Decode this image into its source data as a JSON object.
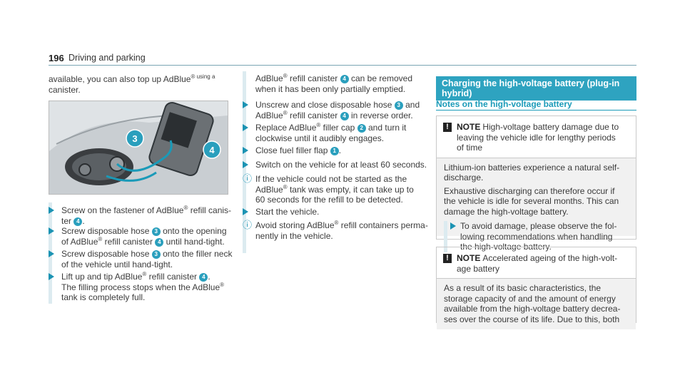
{
  "header": {
    "page_number": "196",
    "title": "Driving and parking"
  },
  "col1": {
    "intro": [
      "available, you can also top up AdBlue",
      "® using a",
      "canister."
    ],
    "steps": [
      [
        "Screw on the fastener of AdBlue",
        "®",
        " refill canis-",
        "ter ",
        "4",
        "."
      ],
      [
        "Screw disposable hose ",
        "3",
        " onto the opening",
        "of AdBlue",
        "®",
        " refill canister ",
        "4",
        " until hand-tight."
      ],
      [
        "Screw disposable hose ",
        "3",
        " onto the filler neck",
        "of the vehicle until hand-tight."
      ],
      [
        "Lift up and tip AdBlue",
        "®",
        " refill canister ",
        "4",
        ".",
        "The filling process stops when the AdBlue",
        "®",
        "tank is completely full."
      ]
    ]
  },
  "col2": {
    "cont": [
      "AdBlue",
      "®",
      " refill canister ",
      "4",
      " can be removed",
      "when it has been only partially emptied."
    ],
    "step1": [
      "Unscrew and close disposable hose ",
      "3",
      " and",
      "AdBlue",
      "®",
      " refill canister ",
      "4",
      " in reverse order."
    ],
    "step2": [
      "Replace AdBlue",
      "®",
      " filler cap ",
      "2",
      " and turn it",
      "clockwise until it audibly engages."
    ],
    "step3": [
      "Close fuel filler flap ",
      "1",
      "."
    ],
    "step4": "Switch on the vehicle for at least 60 seconds.",
    "info1": [
      "If the vehicle could not be started as the",
      "AdBlue",
      "®",
      " tank was empty, it can take up to",
      "60 seconds for the refill to be detected."
    ],
    "step5": "Start the vehicle.",
    "info2": [
      "Avoid storing AdBlue",
      "®",
      " refill containers perma-",
      "nently in the vehicle."
    ]
  },
  "col3": {
    "section_title": [
      "Charging the high-voltage battery (plug-in",
      "hybrid)"
    ],
    "subheading": "Notes on the high-voltage battery",
    "note1": {
      "label": "NOTE",
      "head": [
        "High-voltage battery damage due to",
        "leaving the vehicle idle for lengthy periods",
        "of time"
      ],
      "p1": [
        "Lithium-ion batteries experience a natural self-",
        "discharge."
      ],
      "p2": [
        "Exhaustive discharging can therefore occur if",
        "the vehicle is idle for several months. This can",
        "damage the high-voltage battery."
      ],
      "step": [
        "To avoid damage, please observe the fol-",
        "lowing recommendations when handling",
        "the high-voltage battery."
      ]
    },
    "note2": {
      "label": "NOTE",
      "head": [
        "Accelerated ageing of the high-volt-",
        "age battery"
      ],
      "p1": [
        "As a result of its basic characteristics, the",
        "storage capacity of and the amount of energy",
        "available from the high-voltage battery decrea-",
        "ses over the course of its life. Due to this, both"
      ]
    }
  },
  "figure": {
    "callout_3": "3",
    "callout_4": "4"
  },
  "colors": {
    "accent": "#2ea3c0",
    "stripe": "#dcebf0",
    "arrow": "#1b93b3"
  }
}
